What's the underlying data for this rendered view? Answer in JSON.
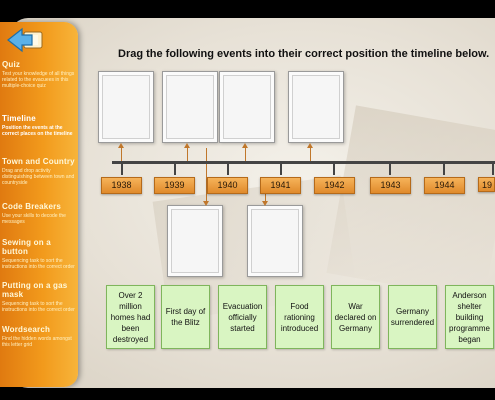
{
  "instruction": "Drag the following events into their correct position the timeline below.",
  "sidebar": {
    "items": [
      {
        "title": "Quiz",
        "desc": "Test your knowledge of all things related to the evacuees in this multiple-choice quiz",
        "active": false
      },
      {
        "title": "Timeline",
        "desc": "Position the events at the correct places on the timeline",
        "active": true
      },
      {
        "title": "Town and Country",
        "desc": "Drag and drop activity distinguishing between town and countryside",
        "active": false
      },
      {
        "title": "Code Breakers",
        "desc": "Use your skills to decode the messages",
        "active": false
      },
      {
        "title": "Sewing on a button",
        "desc": "Sequencing task to sort the instructions into the correct order",
        "active": false
      },
      {
        "title": "Putting on a gas mask",
        "desc": "Sequencing task to sort the instructions into the correct order",
        "active": false
      },
      {
        "title": "Wordsearch",
        "desc": "Find the hidden words amongst this letter grid",
        "active": false
      }
    ]
  },
  "timeline": {
    "years": [
      "1938",
      "1939",
      "1940",
      "1941",
      "1942",
      "1943",
      "1944",
      "19"
    ]
  },
  "events": [
    {
      "text": "Over 2 million homes had been destroyed"
    },
    {
      "text": "First day of the Blitz"
    },
    {
      "text": "Evacuation officially started"
    },
    {
      "text": "Food rationing introduced"
    },
    {
      "text": "War declared on Germany"
    },
    {
      "text": "Germany surrendered"
    },
    {
      "text": "Anderson shelter building programme began"
    }
  ],
  "colors": {
    "sidebar": "#f29a1c",
    "year_label": "#e08a2b",
    "event_card": "#d9f5c2",
    "arrow": "#c0772b"
  }
}
